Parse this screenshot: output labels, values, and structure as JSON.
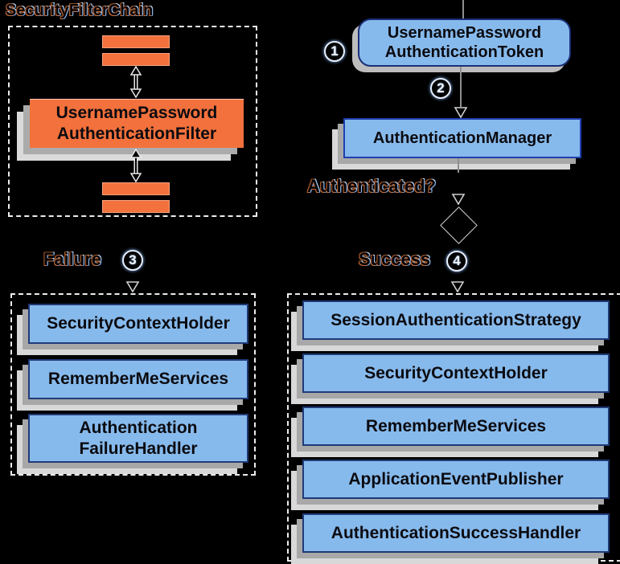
{
  "colors": {
    "background": "#000000",
    "orange": "#F3713C",
    "box_blue_fill": "#87BAEC",
    "box_border_navy": "#203A78",
    "box_border_royal": "#1F3FAE",
    "panel_dashed_border": "#EDEDED",
    "shadow_mid": "#A8A8A8",
    "shadow_light": "#D8D8D8",
    "label_outline_blue": "#9CC3F0",
    "label_outline_orange": "#B85F28"
  },
  "icons": {
    "bidirectional_arrow": "↕",
    "down_arrowhead": "▽",
    "decision_diamond": "◇",
    "filter_bar": "▬"
  },
  "filter_chain": {
    "title": "SecurityFilterChain",
    "filter_box": {
      "line1": "UsernamePassword",
      "line2": "AuthenticationFilter"
    }
  },
  "flow": {
    "token_box": {
      "line1": "UsernamePassword",
      "line2": "AuthenticationToken"
    },
    "manager_box": {
      "label": "AuthenticationManager"
    },
    "authenticated_label": "Authenticated?",
    "failure_label": "Failure",
    "success_label": "Success",
    "steps": {
      "s1": "1",
      "s2": "2",
      "s3": "3",
      "s4": "4"
    }
  },
  "failure_panel": {
    "boxes": [
      {
        "line1": "SecurityContextHolder"
      },
      {
        "line1": "RememberMeServices"
      },
      {
        "line1": "Authentication",
        "line2": "FailureHandler"
      }
    ]
  },
  "success_panel": {
    "boxes": [
      {
        "line1": "SessionAuthenticationStrategy"
      },
      {
        "line1": "SecurityContextHolder"
      },
      {
        "line1": "RememberMeServices"
      },
      {
        "line1": "ApplicationEventPublisher"
      },
      {
        "line1": "AuthenticationSuccessHandler"
      }
    ]
  }
}
